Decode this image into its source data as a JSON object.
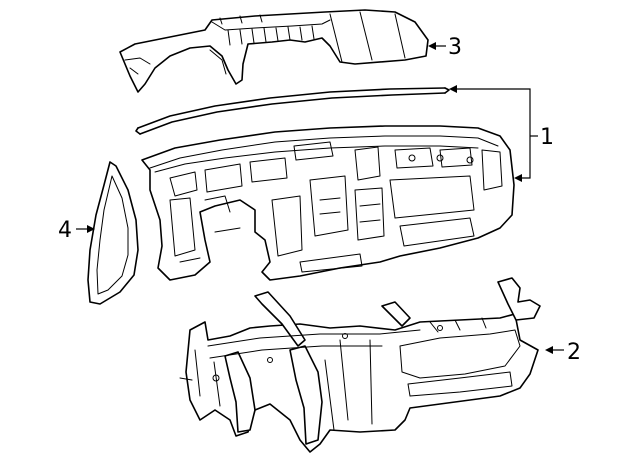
{
  "callouts": [
    {
      "id": "1",
      "text": "1"
    },
    {
      "id": "2",
      "text": "2"
    },
    {
      "id": "3",
      "text": "3"
    },
    {
      "id": "4",
      "text": "4"
    }
  ],
  "parts": [
    {
      "callout": "1",
      "icon": "instrument-panel-assembly"
    },
    {
      "callout": "2",
      "icon": "cross-car-beam-reinforcement"
    },
    {
      "callout": "3",
      "icon": "upper-dash-cover"
    },
    {
      "callout": "4",
      "icon": "end-cap-trim"
    }
  ],
  "colors": {
    "line": "#000000",
    "background": "#ffffff"
  }
}
